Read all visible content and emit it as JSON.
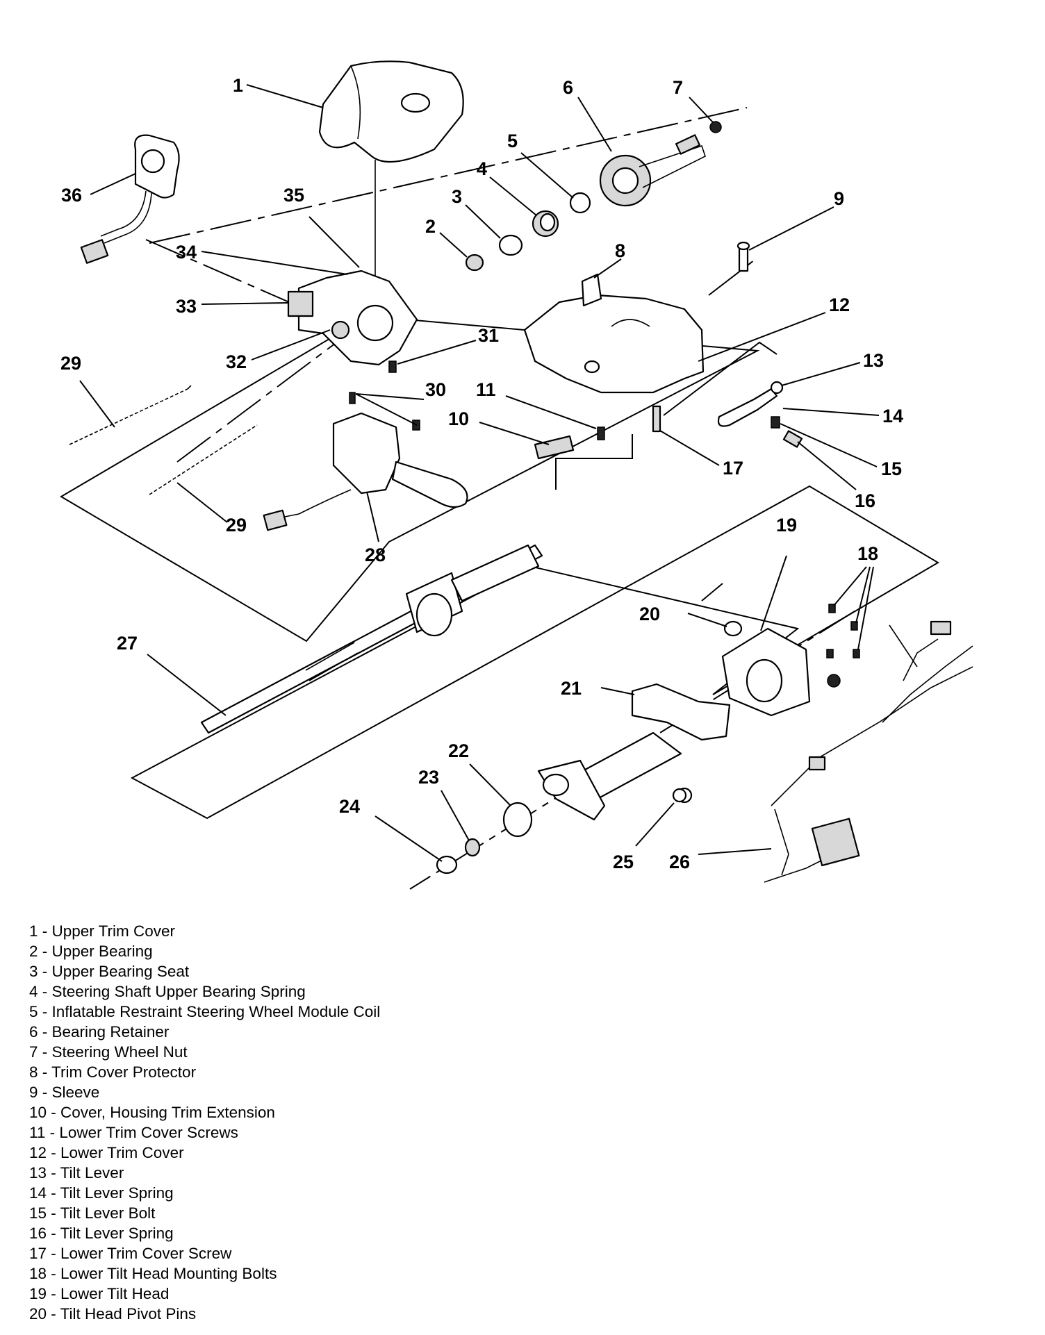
{
  "callouts": [
    "1",
    "2",
    "3",
    "4",
    "5",
    "6",
    "7",
    "8",
    "9",
    "10",
    "11",
    "12",
    "13",
    "14",
    "15",
    "16",
    "17",
    "18",
    "19",
    "20",
    "21",
    "22",
    "23",
    "24",
    "25",
    "26",
    "27",
    "28",
    "29",
    "30",
    "31",
    "32",
    "33",
    "34",
    "35",
    "36"
  ],
  "legend": [
    {
      "num": "1",
      "text": "Upper Trim Cover"
    },
    {
      "num": "2",
      "text": "Upper Bearing"
    },
    {
      "num": "3",
      "text": "Upper Bearing Seat"
    },
    {
      "num": "4",
      "text": "Steering Shaft Upper Bearing Spring"
    },
    {
      "num": "5",
      "text": "Inflatable Restraint Steering Wheel Module Coil"
    },
    {
      "num": "6",
      "text": "Bearing Retainer"
    },
    {
      "num": "7",
      "text": "Steering Wheel Nut"
    },
    {
      "num": "8",
      "text": "Trim Cover Protector"
    },
    {
      "num": "9",
      "text": "Sleeve"
    },
    {
      "num": "10",
      "text": "Cover, Housing Trim Extension"
    },
    {
      "num": "11",
      "text": "Lower Trim Cover Screws"
    },
    {
      "num": "12",
      "text": "Lower Trim Cover"
    },
    {
      "num": "13",
      "text": "Tilt Lever"
    },
    {
      "num": "14",
      "text": "Tilt Lever Spring"
    },
    {
      "num": "15",
      "text": "Tilt Lever Bolt"
    },
    {
      "num": "16",
      "text": "Tilt Lever Spring"
    },
    {
      "num": "17",
      "text": "Lower Trim Cover Screw"
    },
    {
      "num": "18",
      "text": "Lower Tilt Head Mounting Bolts"
    },
    {
      "num": "19",
      "text": "Lower Tilt Head"
    },
    {
      "num": "20",
      "text": "Tilt Head Pivot Pins"
    }
  ]
}
